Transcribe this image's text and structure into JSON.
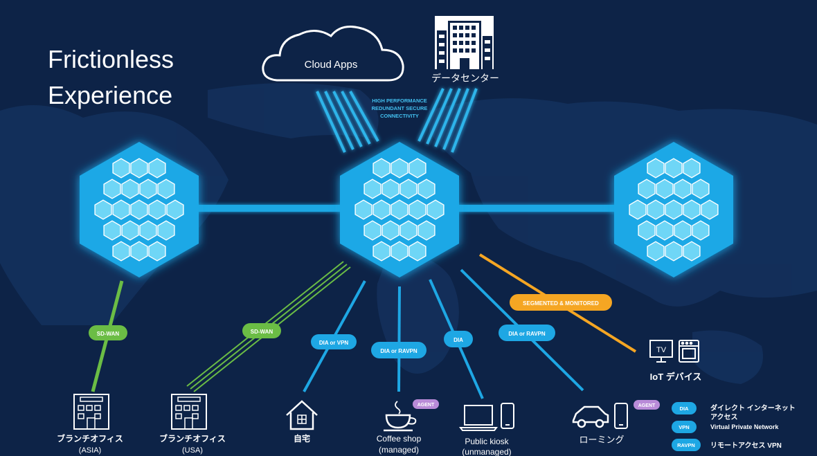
{
  "title": {
    "line1": "Frictionless",
    "line2": "Experience"
  },
  "top": {
    "cloud_label": "Cloud Apps",
    "datacenter_label": "データセンター",
    "connectivity": [
      "HIGH PERFORMANCE",
      "REDUNDANT SECURE",
      "CONNECTIVITY"
    ]
  },
  "pills": {
    "sdwan_1": "SD-WAN",
    "sdwan_2": "SD-WAN",
    "dia_vpn_home": "DIA or VPN",
    "dia_ravpn_coffee": "DIA or RAVPN",
    "dia_kiosk": "DIA",
    "dia_ravpn_roaming": "DIA or RAVPN",
    "segmented": "SEGMENTED & MONITORED"
  },
  "agents": {
    "coffee": "AGENT",
    "roaming": "AGENT"
  },
  "endpoints": {
    "branch_asia": {
      "line1": "ブランチオフィス",
      "line2": "(ASIA)"
    },
    "branch_usa": {
      "line1": "ブランチオフィス",
      "line2": "(USA)"
    },
    "home": {
      "line1": "自宅"
    },
    "coffee": {
      "line1": "Coffee shop",
      "line2": "(managed)"
    },
    "kiosk": {
      "line1": "Public kiosk",
      "line2": "(unmanaged)"
    },
    "roaming": {
      "line1": "ローミング"
    },
    "iot": {
      "line1": "IoT デバイス",
      "tv": "TV"
    }
  },
  "legend": [
    {
      "badge": "DIA",
      "line1": "ダイレクト インターネット",
      "line2": "アクセス"
    },
    {
      "badge": "VPN",
      "line1": "Virtual Private Network",
      "line2": ""
    },
    {
      "badge": "RAVPN",
      "line1": "リモートアクセス VPN",
      "line2": ""
    }
  ],
  "colors": {
    "background": "#0d2347",
    "hex_blue": "#1aa8e6",
    "cell_blue": "#6fd6f6",
    "link_blue": "#1ea7e4",
    "green": "#6bbd45",
    "orange": "#f5a623",
    "agent_purple": "#b98bd8"
  }
}
